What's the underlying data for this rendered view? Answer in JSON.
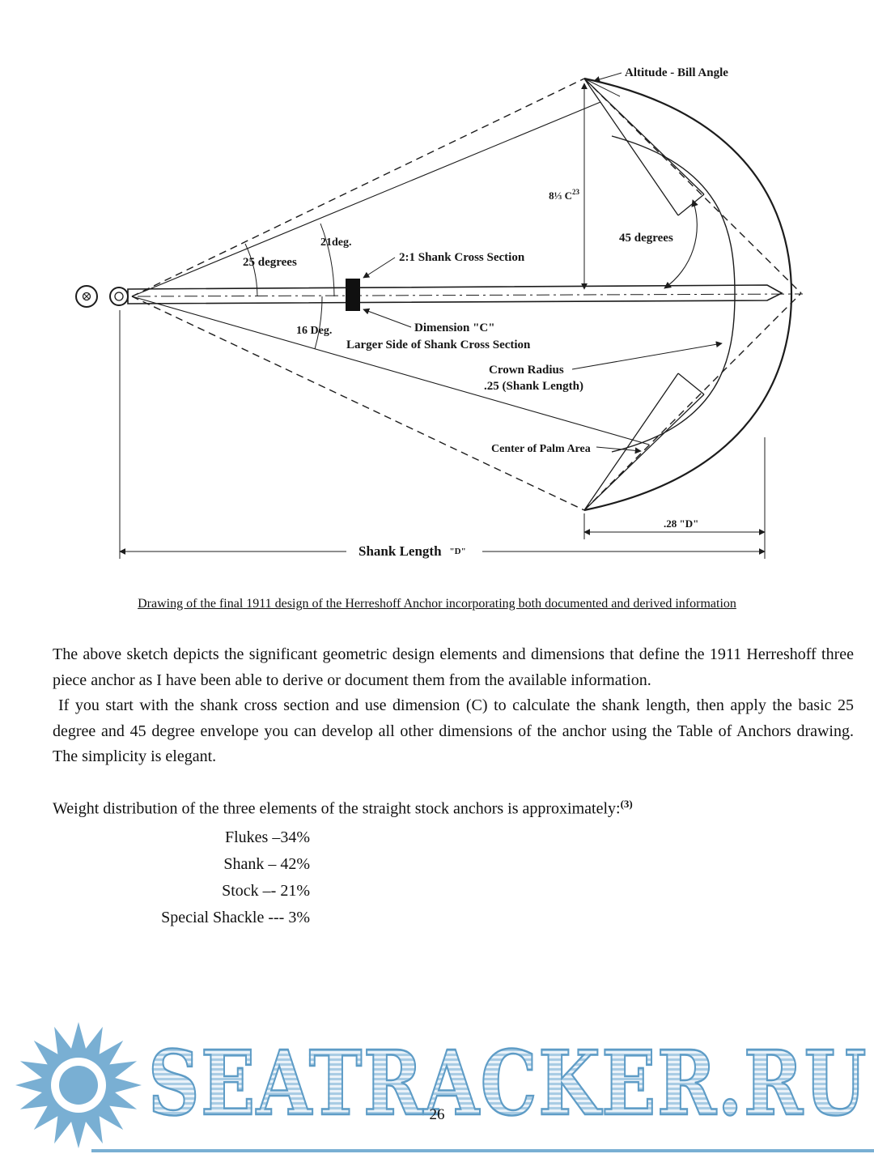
{
  "page": {
    "number": "26"
  },
  "diagram": {
    "labels": {
      "altitude_bill_angle": "Altitude - Bill Angle",
      "altitude_dim": "8⅓ C",
      "altitude_dim_sup": "23",
      "deg_45": "45 degrees",
      "deg_21": "21deg.",
      "deg_25": "25 degrees",
      "deg_16": "16 Deg.",
      "shank_cross_section": "2:1 Shank Cross Section",
      "dimension_c": "Dimension \"C\"",
      "dimension_c_sub": "Larger Side of Shank Cross Section",
      "crown_radius_1": "Crown Radius",
      "crown_radius_2": ".25 (Shank Length)",
      "palm_center": "Center of Palm Area",
      "d_28": ".28 \"D\"",
      "shank_length": "Shank Length",
      "shank_length_unit": "\"D\""
    },
    "caption": "Drawing of the final 1911 design of the Herreshoff Anchor incorporating both documented and derived information"
  },
  "body": {
    "para1": "The above sketch depicts the significant geometric design elements and dimensions that define the 1911 Herreshoff three piece anchor as I have been able to derive or document them from the available information.",
    "para2": "If you start with the shank cross section and use dimension (C) to calculate the shank length, then apply the basic 25 degree and 45 degree envelope you can develop all other dimensions of the anchor using the Table of Anchors drawing. The simplicity is elegant.",
    "weight_intro": "Weight distribution of the three elements of the straight stock anchors is approximately:",
    "weight_sup": "(3)",
    "weights": [
      "Flukes –34%",
      "Shank – 42%",
      "Stock –- 21%",
      "Special Shackle --- 3%"
    ]
  },
  "watermark": {
    "text": "SEATRACKER.RU"
  }
}
